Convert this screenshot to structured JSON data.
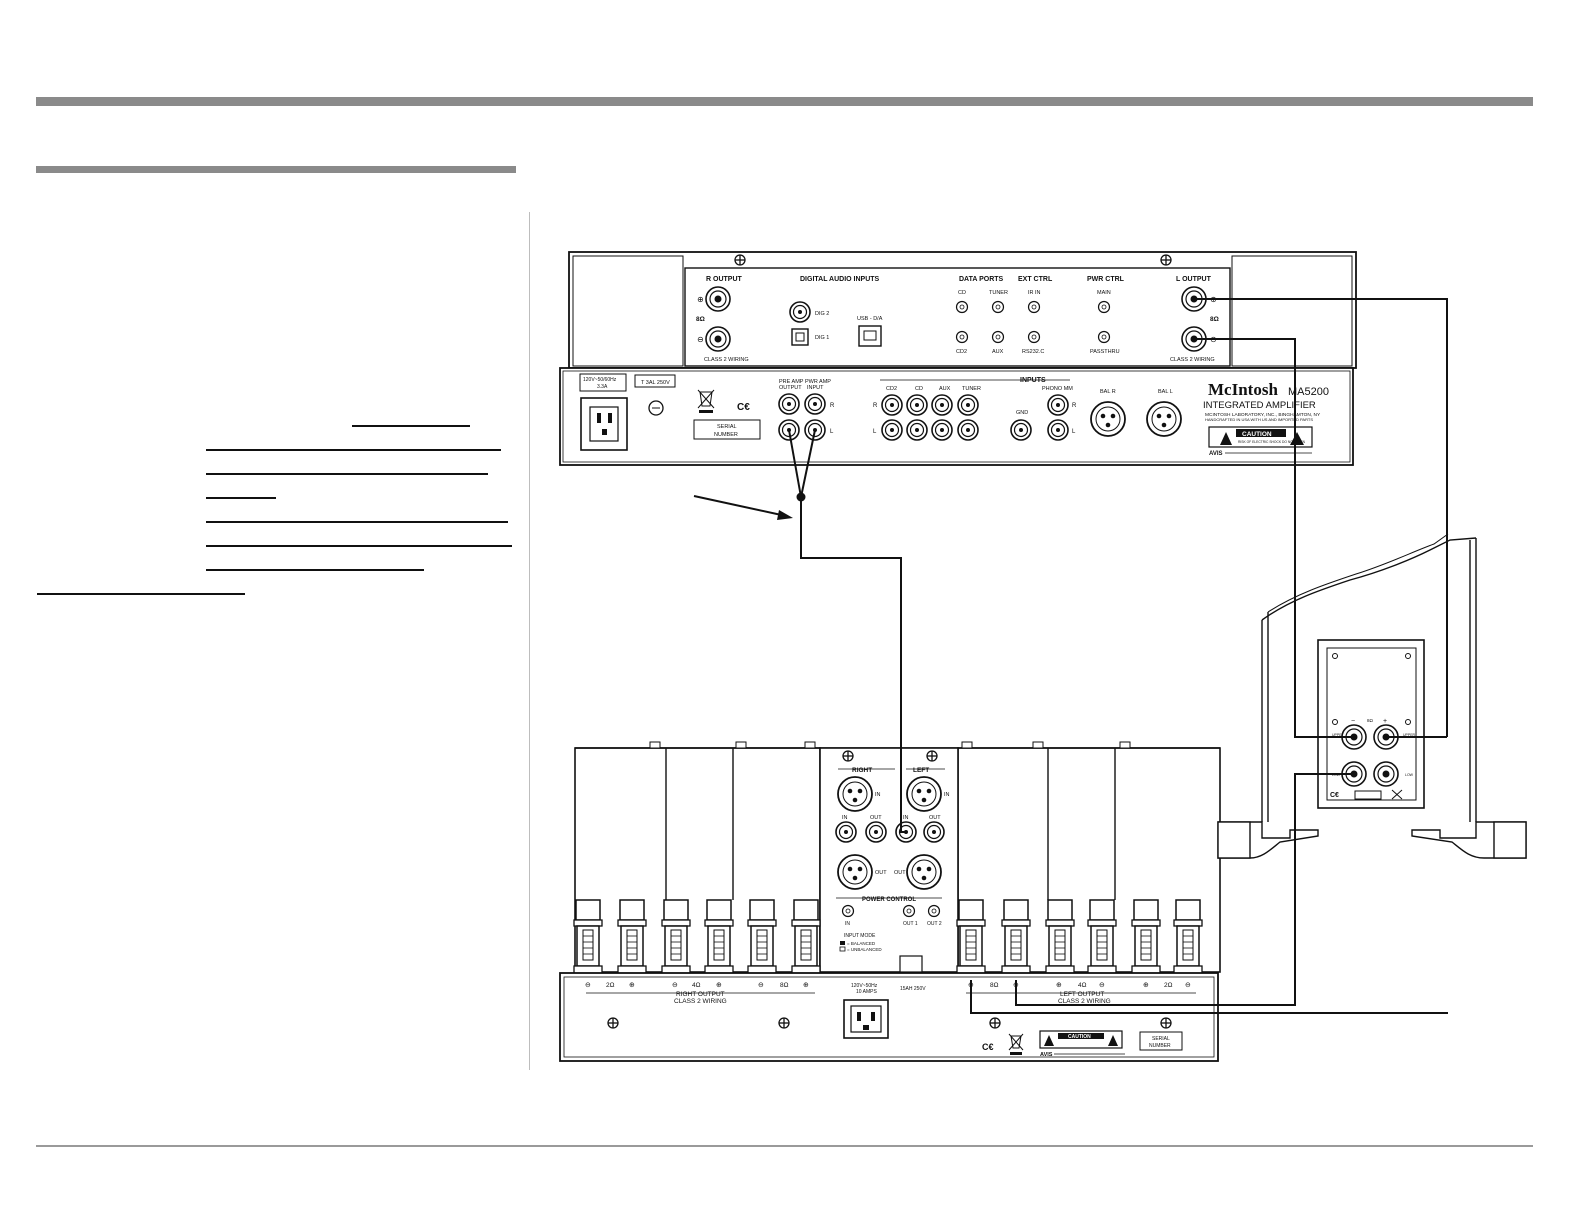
{
  "preamp": {
    "r_output": "R OUTPUT",
    "l_output": "L OUTPUT",
    "ohms_8": "8Ω",
    "class2": "CLASS 2 WIRING",
    "digital_inputs": "DIGITAL AUDIO INPUTS",
    "dig2": "DIG 2",
    "dig1": "DIG 1",
    "usb": "USB - D/A",
    "data_ports": "DATA PORTS",
    "cd": "CD",
    "tuner": "TUNER",
    "cd2": "CD2",
    "aux": "AUX",
    "ext_ctrl": "EXT CTRL",
    "ir_in": "IR IN",
    "rs232": "RS232.C",
    "pwr_ctrl": "PWR CTRL",
    "main": "MAIN",
    "passthru": "PASSTHRU",
    "ac_rating_1": "120V~50/60Hz",
    "ac_rating_2": "3.3A",
    "fuse": "T 3AL 250V",
    "serial_1": "SERIAL",
    "serial_2": "NUMBER",
    "preamp_output_1": "PRE AMP",
    "preamp_output_2": "OUTPUT",
    "pwr_amp_input_1": "PWR AMP",
    "pwr_amp_input_2": "INPUT",
    "inputs": "INPUTS",
    "input_cd2": "CD2",
    "input_cd": "CD",
    "input_aux": "AUX",
    "input_tuner": "TUNER",
    "phono_mm": "PHONO MM",
    "gnd": "GND",
    "bal_r": "BAL R",
    "bal_l": "BAL L",
    "r": "R",
    "l": "L",
    "brand": "McIntosh",
    "model": "MA5200",
    "product": "INTEGRATED AMPLIFIER",
    "maker": "MCINTOSH LABORATORY, INC., BINGHAMTON, NY",
    "made_in": "HANDCRAFTED IN USA WITH US AND IMPORTED PARTS",
    "caution": "CAUTION",
    "caution_sub": "RISK OF ELECTRIC SHOCK DO NOT OPEN",
    "avis": "AVIS"
  },
  "speaker": {
    "ohms": "8Ω",
    "upper": "UPPER",
    "lower": "LOW"
  },
  "poweramp": {
    "right": "RIGHT",
    "left": "LEFT",
    "in": "IN",
    "out": "OUT",
    "power_control": "POWER CONTROL",
    "out1": "OUT 1",
    "out2": "OUT 2",
    "input_mode": "INPUT MODE",
    "balanced": "= BALANCED",
    "unbalanced": "= UNBALANCED",
    "ohm_2": "2Ω",
    "ohm_4": "4Ω",
    "ohm_8": "8Ω",
    "right_output": "RIGHT OUTPUT",
    "left_output": "LEFT OUTPUT",
    "class2": "CLASS 2 WIRING",
    "ac_1": "120V~50Hz",
    "ac_2": "10 AMPS",
    "fuse": "15AH 250V",
    "serial_1": "SERIAL",
    "serial_2": "NUMBER",
    "caution": "CAUTION",
    "avis": "AVIS"
  }
}
